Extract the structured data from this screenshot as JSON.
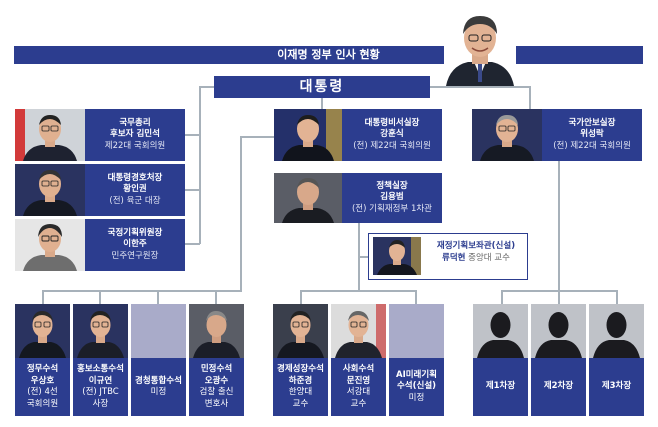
{
  "title": "이재명 정부 인사 현황",
  "president": "대통령",
  "left_stack": [
    {
      "line1": "국무총리",
      "line2": "후보자 김민석",
      "line3": "제22대 국회의원"
    },
    {
      "line1": "대통령경호처장",
      "line2": "황인권",
      "line3": "(전) 육군 대장"
    },
    {
      "line1": "국정기획위원장",
      "line2": "이한주",
      "line3": "민주연구원장"
    }
  ],
  "chief_of_staff": {
    "line1": "대통령비서실장",
    "line2": "강훈식",
    "line3": "(전) 제22대 국회의원"
  },
  "policy_chief": {
    "line1": "정책실장",
    "line2": "김용범",
    "line3": "(전) 기획재정부 1차관"
  },
  "fiscal_secretary": {
    "line1": "재정기획보좌관(신설)",
    "line2_name": "류덕현",
    "line2_note": " 중앙대 교수"
  },
  "security_chief": {
    "line1": "국가안보실장",
    "line2": "위성락",
    "line3": "(전) 제22대 국회의원"
  },
  "bottom_left": [
    {
      "lines": [
        "정무수석",
        "우상호",
        "(전) 4선",
        "국회의원"
      ],
      "photo": true
    },
    {
      "lines": [
        "홍보소통수석",
        "이규연",
        "(전) JTBC",
        "사장"
      ],
      "photo": true
    },
    {
      "lines": [
        "경청통합수석",
        "미정"
      ],
      "photo": false
    },
    {
      "lines": [
        "민정수석",
        "오광수",
        "검찰 출신",
        "변호사"
      ],
      "photo": true
    }
  ],
  "bottom_center": [
    {
      "lines": [
        "경제성장수석",
        "하준경",
        "한양대",
        "교수"
      ],
      "photo": true
    },
    {
      "lines": [
        "사회수석",
        "문진영",
        "서강대",
        "교수"
      ],
      "photo": true
    },
    {
      "lines": [
        "AI미래기획",
        "수석(신설)",
        "미정"
      ],
      "photo": false
    }
  ],
  "bottom_right": [
    {
      "lines": [
        "제1차장"
      ]
    },
    {
      "lines": [
        "제2차장"
      ]
    },
    {
      "lines": [
        "제3차장"
      ]
    }
  ],
  "colors": {
    "navy": "#2c3d8f",
    "lavender": "#a9abc9",
    "line": "#a7b1ba"
  }
}
